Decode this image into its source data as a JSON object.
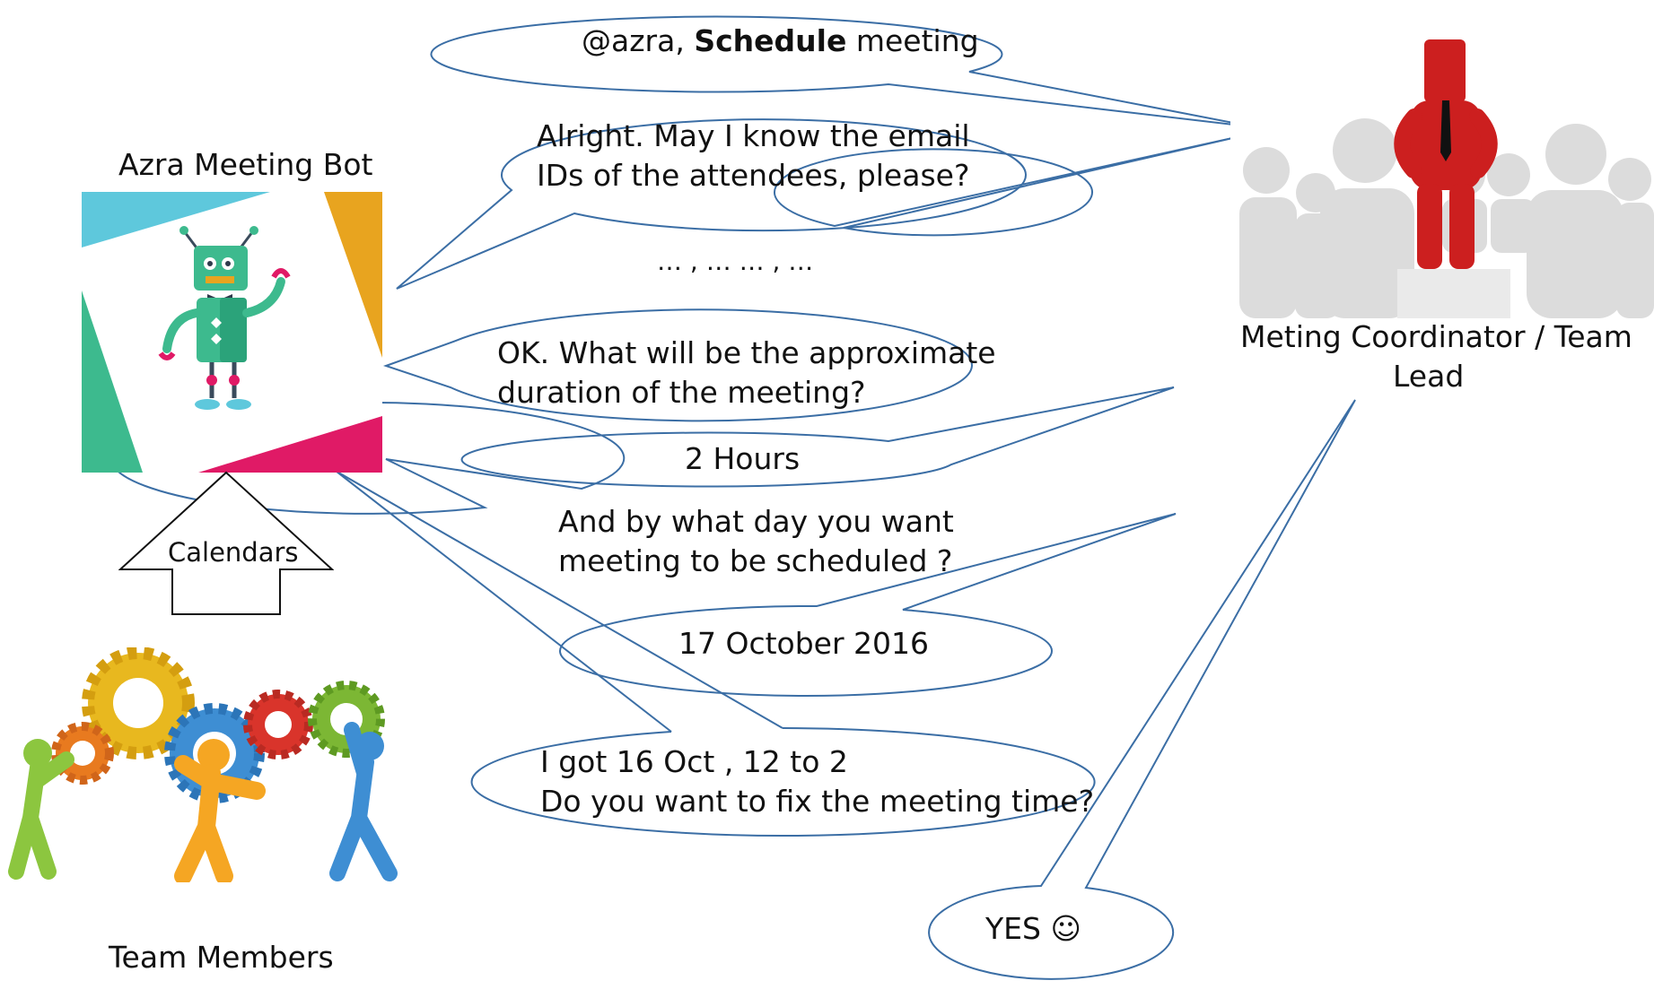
{
  "bot": {
    "label": "Azra Meeting Bot"
  },
  "lead": {
    "label_line1": "Meting Coordinator / Team",
    "label_line2": "Lead"
  },
  "team": {
    "label": "Team Members"
  },
  "calendars": {
    "label": "Calendars"
  },
  "conversation": {
    "msg1": {
      "prefix": "@azra, ",
      "bold": "Schedule",
      "suffix": " meeting"
    },
    "msg2": {
      "line1": "Alright. May I know the email",
      "line2": "IDs of the attendees, please?"
    },
    "msg3": {
      "text": "… , … … , …"
    },
    "msg4": {
      "line1": "OK. What will be the approximate",
      "line2": "duration of the meeting?"
    },
    "msg5": {
      "text": "2 Hours"
    },
    "msg6": {
      "line1": "And by what day you want",
      "line2": "meeting to be scheduled ?"
    },
    "msg7": {
      "text": "17 October 2016"
    },
    "msg8": {
      "line1": "I got 16 Oct , 12 to 2",
      "line2": "Do you want to fix the meeting time?"
    },
    "msg9": {
      "text": "YES ☺"
    }
  },
  "colors": {
    "bubble_stroke": "#3b6ea5",
    "bot_cyan": "#5ec8dc",
    "bot_orange": "#e8a41f",
    "bot_green": "#3dba8e",
    "bot_pink": "#e01a66",
    "lead_red": "#cc1f1f"
  }
}
